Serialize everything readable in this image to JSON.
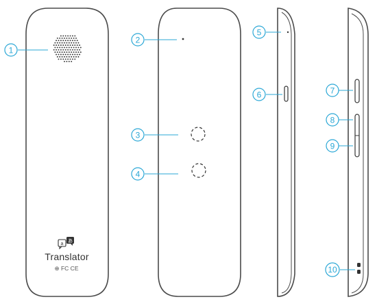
{
  "product": {
    "name": "Translator",
    "certifications": "⊕ FC CE"
  },
  "colors": {
    "accent": "#2aa7d6",
    "outline": "#555555",
    "body_fill": "#ffffff"
  },
  "callouts": [
    {
      "label": "1"
    },
    {
      "label": "2"
    },
    {
      "label": "3"
    },
    {
      "label": "4"
    },
    {
      "label": "5"
    },
    {
      "label": "6"
    },
    {
      "label": "7"
    },
    {
      "label": "8"
    },
    {
      "label": "9"
    },
    {
      "label": "10"
    }
  ],
  "icons": {
    "logo": "translate-bubbles-icon",
    "speaker": "speaker-grille-icon"
  }
}
